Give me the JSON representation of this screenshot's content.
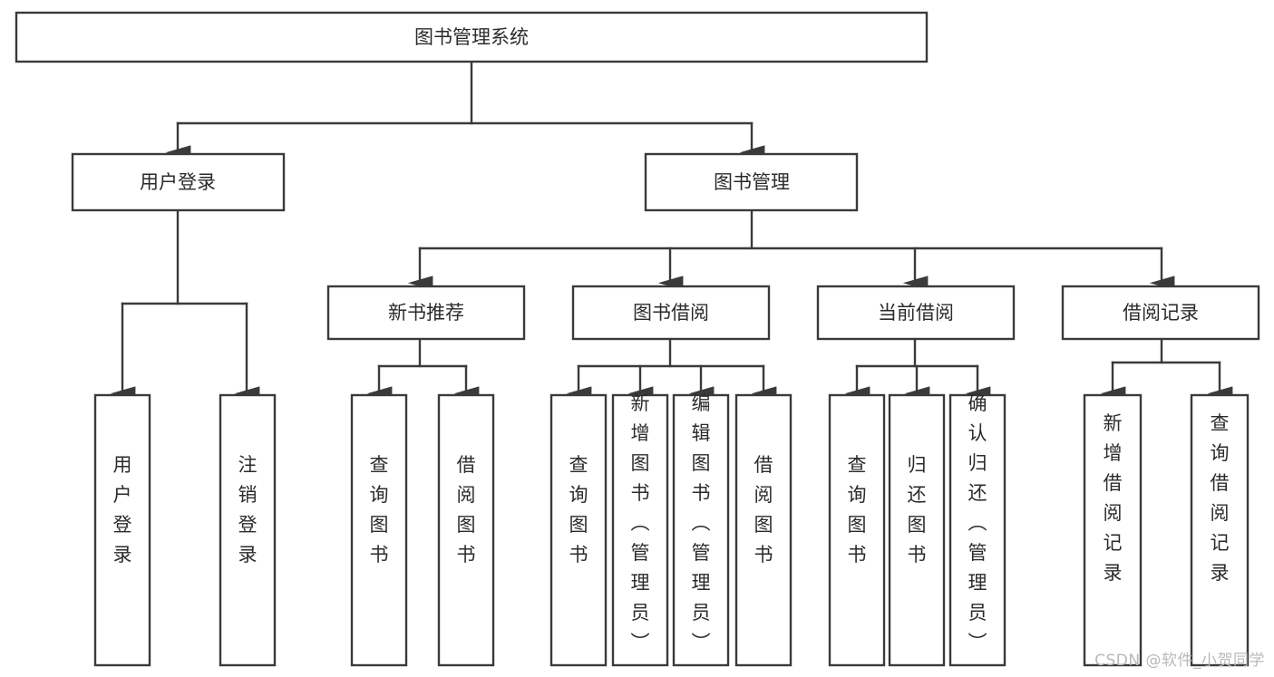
{
  "diagram": {
    "type": "tree",
    "orientation": "top-down",
    "title": "图书管理系统",
    "colors": {
      "box_fill": "#ffffff",
      "box_stroke": "#3a3a3a",
      "connector": "#3a3a3a",
      "text": "#2b2b2b",
      "watermark": "#b9b9b9",
      "background": "#ffffff"
    },
    "levels": {
      "root": 1,
      "modules": 2,
      "submodules": 3,
      "functions": 4
    },
    "nodes": {
      "root": {
        "label": "图书管理系统",
        "orientation": "horizontal"
      },
      "level2": [
        {
          "label": "用户登录",
          "orientation": "horizontal"
        },
        {
          "label": "图书管理",
          "orientation": "horizontal"
        }
      ],
      "level3": [
        {
          "label": "新书推荐",
          "orientation": "horizontal"
        },
        {
          "label": "图书借阅",
          "orientation": "horizontal"
        },
        {
          "label": "当前借阅",
          "orientation": "horizontal"
        },
        {
          "label": "借阅记录",
          "orientation": "horizontal"
        }
      ],
      "leaves_user_login": [
        {
          "label": "用户登录",
          "orientation": "vertical"
        },
        {
          "label": "注销登录",
          "orientation": "vertical"
        }
      ],
      "leaves_new_book": [
        {
          "label": "查询图书",
          "orientation": "vertical"
        },
        {
          "label": "借阅图书",
          "orientation": "vertical"
        }
      ],
      "leaves_borrow": [
        {
          "label": "查询图书",
          "orientation": "vertical"
        },
        {
          "label": "新增图书（管理员）",
          "orientation": "vertical"
        },
        {
          "label": "编辑图书（管理员）",
          "orientation": "vertical"
        },
        {
          "label": "借阅图书",
          "orientation": "vertical"
        }
      ],
      "leaves_current": [
        {
          "label": "查询图书",
          "orientation": "vertical"
        },
        {
          "label": "归还图书",
          "orientation": "vertical"
        },
        {
          "label": "确认归还（管理员）",
          "orientation": "vertical"
        }
      ],
      "leaves_record": [
        {
          "label": "新增借阅记录",
          "orientation": "vertical"
        },
        {
          "label": "查询借阅记录",
          "orientation": "vertical"
        }
      ]
    }
  },
  "watermark": {
    "text": "CSDN @软件_小贺同学"
  }
}
